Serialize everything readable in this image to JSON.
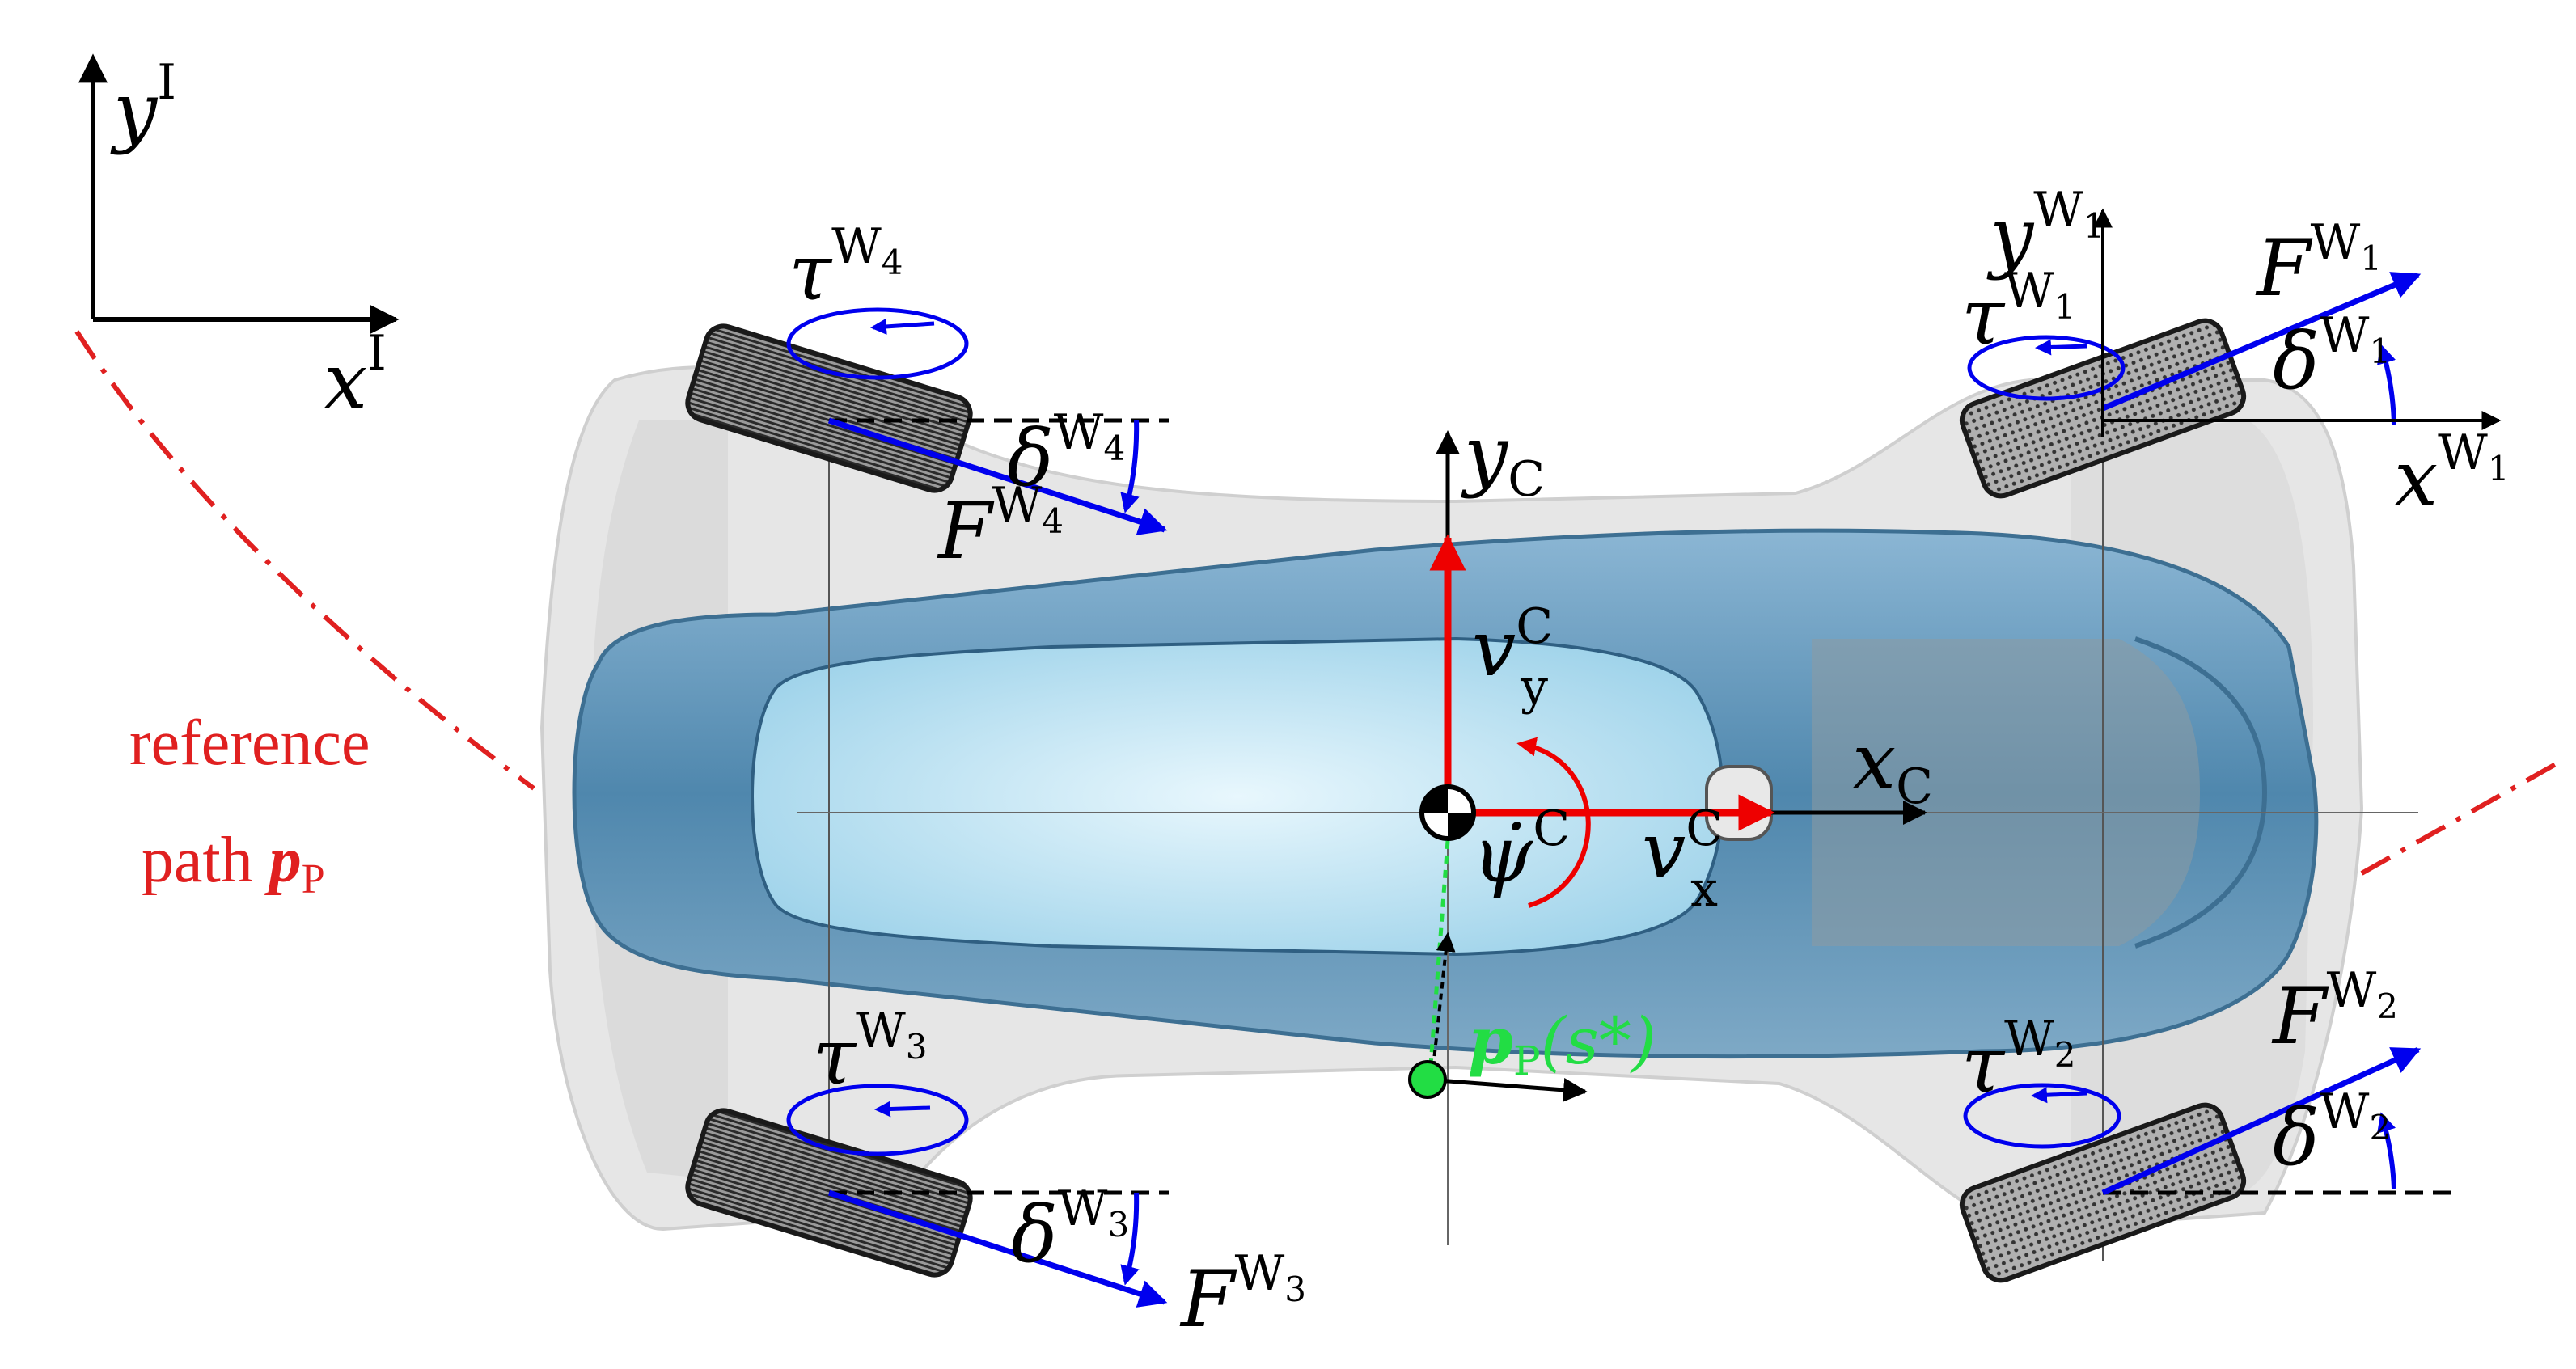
{
  "colors": {
    "force": "#0000ee",
    "velocity": "#ee0000",
    "frame": "#000000",
    "reference_path": "#e02020",
    "projection": "#22dd44",
    "body_blue": "#5a94bc",
    "glass": "#d8eef8",
    "chassis_grey": "#e2e2e2",
    "wheel_fill": "#8a8a8a"
  },
  "inertial_frame": {
    "y_axis": {
      "symbol": "y",
      "sup": "I"
    },
    "x_axis": {
      "symbol": "x",
      "sup": "I"
    }
  },
  "car_frame": {
    "y_axis": {
      "symbol": "y",
      "sub": "C"
    },
    "x_axis": {
      "symbol": "x",
      "sub": "C"
    },
    "vy": {
      "symbol": "v",
      "sub": "y",
      "sup": "C"
    },
    "vx": {
      "symbol": "v",
      "sub": "x",
      "sup": "C"
    },
    "yaw_rate": {
      "symbol": "ψ̇",
      "sup": "C"
    }
  },
  "reference_path": {
    "line1": "reference",
    "line2_text": "path ",
    "symbol": "p",
    "sub": "P"
  },
  "projection_point": {
    "symbol": "p",
    "sub": "P",
    "arg": "(s*)"
  },
  "wheels": [
    {
      "id": "W1",
      "torque": {
        "symbol": "τ",
        "sup": "W",
        "sup_sub": "1"
      },
      "force": {
        "symbol": "F",
        "sup": "W",
        "sup_sub": "1"
      },
      "steer": {
        "symbol": "δ",
        "sup": "W",
        "sup_sub": "1"
      },
      "y_axis": {
        "symbol": "y",
        "sup": "W",
        "sup_sub": "1"
      },
      "x_axis": {
        "symbol": "x",
        "sup": "W",
        "sup_sub": "1"
      }
    },
    {
      "id": "W2",
      "torque": {
        "symbol": "τ",
        "sup": "W",
        "sup_sub": "2"
      },
      "force": {
        "symbol": "F",
        "sup": "W",
        "sup_sub": "2"
      },
      "steer": {
        "symbol": "δ",
        "sup": "W",
        "sup_sub": "2"
      }
    },
    {
      "id": "W3",
      "torque": {
        "symbol": "τ",
        "sup": "W",
        "sup_sub": "3"
      },
      "force": {
        "symbol": "F",
        "sup": "W",
        "sup_sub": "3"
      },
      "steer": {
        "symbol": "δ",
        "sup": "W",
        "sup_sub": "3"
      }
    },
    {
      "id": "W4",
      "torque": {
        "symbol": "τ",
        "sup": "W",
        "sup_sub": "4"
      },
      "force": {
        "symbol": "F",
        "sup": "W",
        "sup_sub": "4"
      },
      "steer": {
        "symbol": "δ",
        "sup": "W",
        "sup_sub": "4"
      }
    }
  ]
}
